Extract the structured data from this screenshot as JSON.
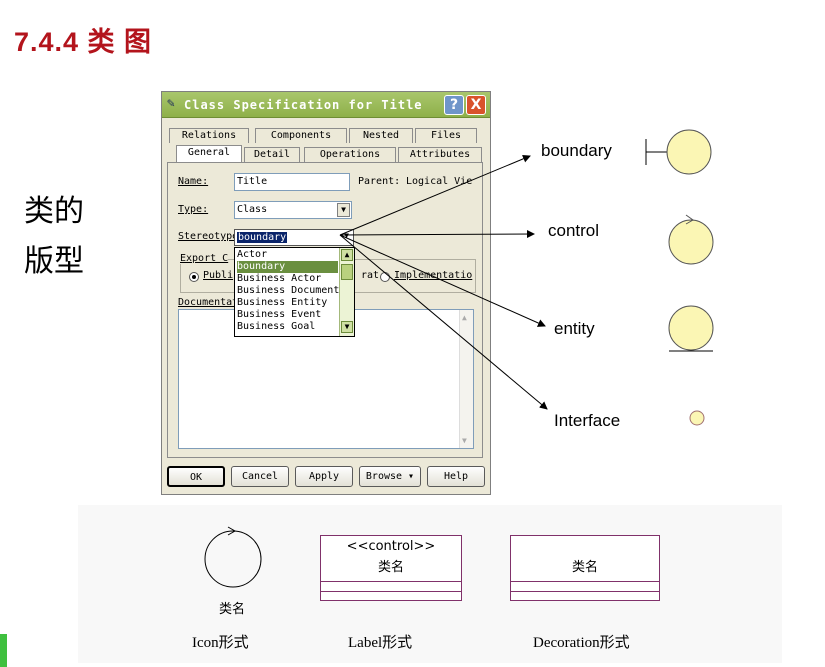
{
  "slide": {
    "title": "7.4.4 类 图",
    "side_label_line1": "类的",
    "side_label_line2": "版型"
  },
  "dialog": {
    "title": "Class Specification for Title",
    "help_glyph": "?",
    "close_glyph": "X",
    "tabs_row1": [
      "Relations",
      "Components",
      "Nested",
      "Files"
    ],
    "tabs_row2": [
      "General",
      "Detail",
      "Operations",
      "Attributes"
    ],
    "selected_tab": "General",
    "name_label": "Name:",
    "name_value": "Title",
    "parent_label": "Parent:",
    "parent_value": "Logical Vie",
    "type_label": "Type:",
    "type_value": "Class",
    "stereotype_label": "Stereotype",
    "stereotype_value": "boundary",
    "export_label": "Export C",
    "radio_public": "Publi",
    "radio_private": "rat",
    "radio_implementation": "Implementatio",
    "documentation_label": "Documentat",
    "dropdown_items": [
      "Actor",
      "boundary",
      "Business Actor",
      "Business Document",
      "Business Entity",
      "Business Event",
      "Business Goal"
    ],
    "dropdown_selected": "boundary",
    "buttons": [
      "OK",
      "Cancel",
      "Apply",
      "Browse ▾",
      "Help"
    ]
  },
  "stereotypes": {
    "boundary": "boundary",
    "control": "control",
    "entity": "entity",
    "interface": "Interface"
  },
  "forms": {
    "icon_caption": "Icon形式",
    "label_caption": "Label形式",
    "decoration_caption": "Decoration形式",
    "icon_class_name": "类名",
    "label_stereotype": "<<control>>",
    "label_class_name": "类名",
    "decoration_class_name": "类名"
  },
  "colors": {
    "title_red": "#b3141c",
    "stereo_fill": "#fbf6b4",
    "class_box_border": "#80316a",
    "xp_green": "#8eb049"
  }
}
